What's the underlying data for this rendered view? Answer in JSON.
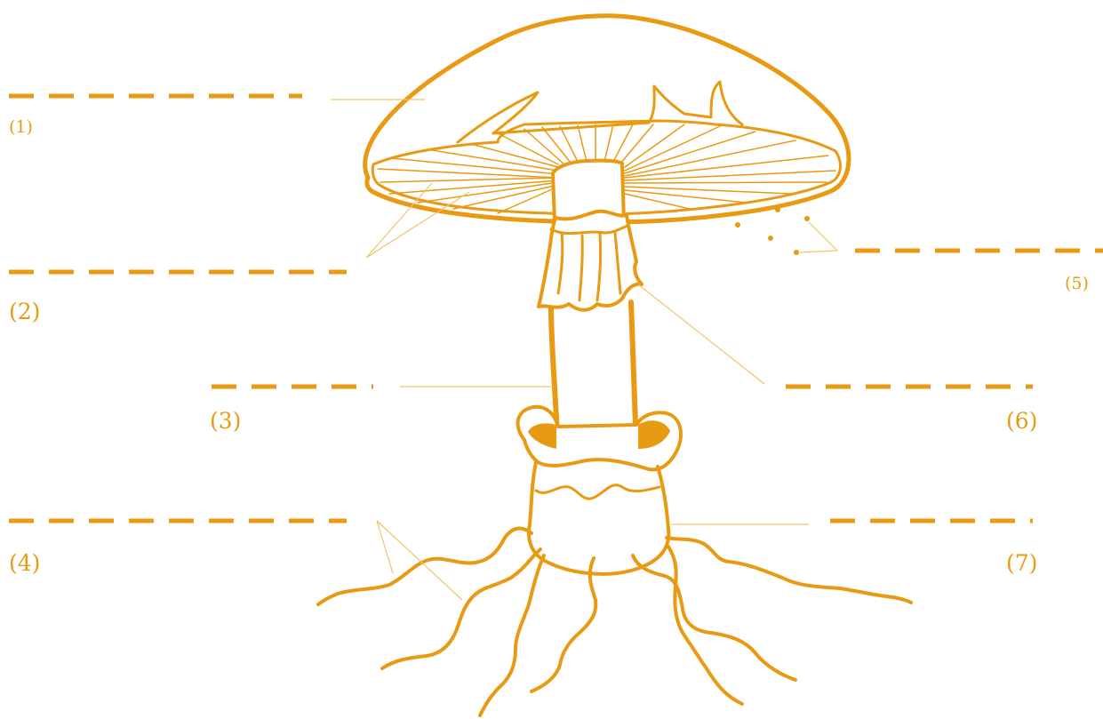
{
  "labels": {
    "l1": "(1)",
    "l2": "(2)",
    "l3": "(3)",
    "l4": "(4)",
    "l5": "(5)",
    "l6": "(6)",
    "l7": "(7)"
  },
  "colors": {
    "accent": "#E89A12",
    "leader": "#F2C26B",
    "background": "#FFFFFF"
  },
  "icons": [
    "mushroom-illustration"
  ]
}
